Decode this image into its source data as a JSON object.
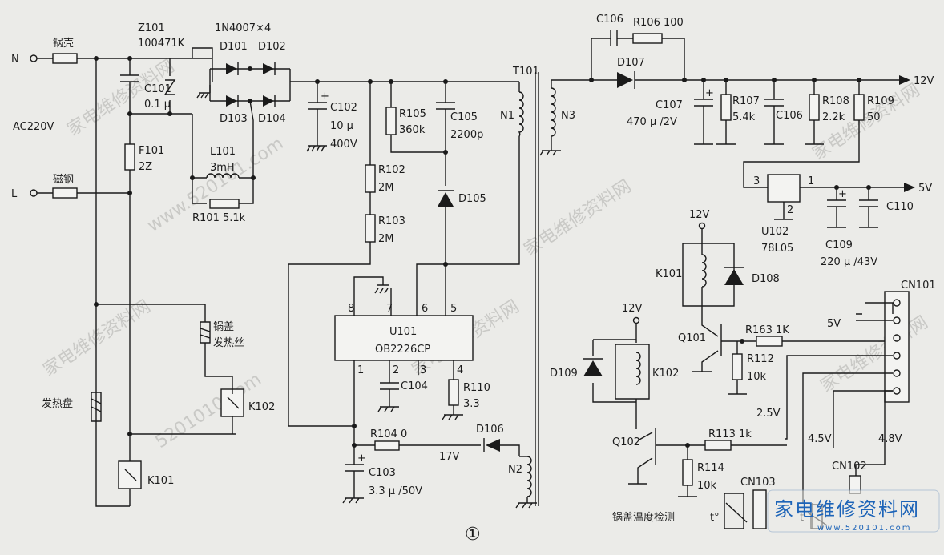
{
  "figure_number": "①",
  "input": {
    "n": "N",
    "l": "L",
    "ac": "AC220V",
    "fuse_shell": "锅壳",
    "fuse_magnet": "磁钢"
  },
  "parts": {
    "Z101": "Z101",
    "Z101v": "100471K",
    "bridge": "1N4007×4",
    "D101": "D101",
    "D102": "D102",
    "D103": "D103",
    "D104": "D104",
    "C101": "C101",
    "C101v": "0.1 μ",
    "F101": "F101",
    "F101v": "2Z",
    "L101": "L101",
    "L101v": "3mH",
    "R101": "R101  5.1k",
    "C102": "C102",
    "C102a": "10 μ",
    "C102b": "400V",
    "R105": "R105",
    "R105v": "360k",
    "C105": "C105",
    "C105v": "2200p",
    "R102": "R102",
    "R102v": "2M",
    "R103": "R103",
    "R103v": "2M",
    "D105": "D105",
    "T101": "T101",
    "N1": "N1",
    "N2": "N2",
    "N3": "N3",
    "U101": "U101",
    "U101v": "OB2226CP",
    "p8": "8",
    "p7": "7",
    "p6": "6",
    "p5": "5",
    "p1": "1",
    "p2": "2",
    "p3": "3",
    "p4": "4",
    "C104": "C104",
    "R110": "R110",
    "R110v": "3.3",
    "R104": "R104  0",
    "D106": "D106",
    "v17": "17V",
    "C103": "C103",
    "C103v": "3.3 μ /50V",
    "C106": "C106",
    "R106": "R106  100",
    "D107": "D107",
    "C107": "C107",
    "C107v": "470 μ /2V",
    "R107": "R107",
    "R107v": "5.4k",
    "C106b": "C106",
    "R108": "R108",
    "R108v": "2.2k",
    "R109": "R109",
    "R109v": "50",
    "v12": "12V",
    "v5": "5V",
    "U102": "U102",
    "U102v": "78L05",
    "u102p3": "3",
    "u102p1": "1",
    "u102p2": "2",
    "C109": "C109",
    "C109v": "220 μ /43V",
    "C110": "C110",
    "K101": "K101",
    "D108": "D108",
    "Q101": "Q101",
    "R163": "R163  1K",
    "R112": "R112",
    "R112v": "10k",
    "CN101": "CN101",
    "cn5v": "5V",
    "D109": "D109",
    "K102": "K102",
    "Q102": "Q102",
    "R113": "R113  1k",
    "R114": "R114",
    "R114v": "10k",
    "v25": "2.5V",
    "v45": "4.5V",
    "v48": "4.8V",
    "CN103": "CN103",
    "CN102": "CN102",
    "lid_temp": "锅盖温度检测",
    "t1": "t°",
    "t2": "t",
    "lid_heater1": "锅盖",
    "lid_heater2": "发热丝",
    "K102b": "K102",
    "heat_plate": "发热盘",
    "K101b": "K101"
  },
  "watermarks": [
    "家电维修资料网",
    "www.520101.com",
    "家电维修资料网",
    "5201010.com",
    "家电维修资料网",
    "家电维修资料网",
    "家电维修资料网",
    "家电维修资料网"
  ],
  "logo": {
    "text": "家电维修资料网",
    "url": "www.520101.com"
  }
}
